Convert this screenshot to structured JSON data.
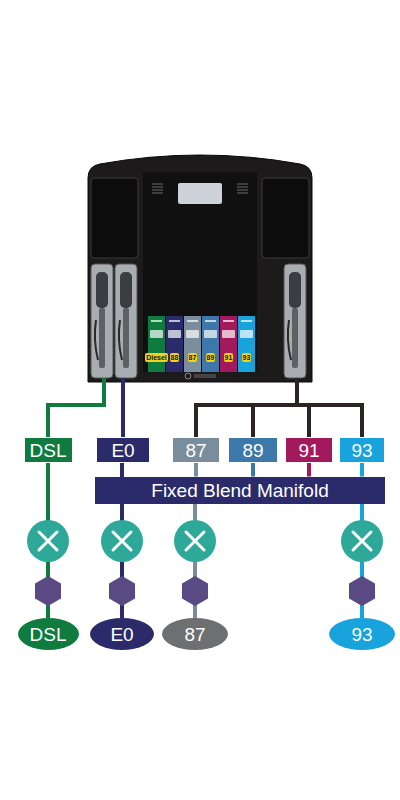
{
  "diagram": {
    "nodes": [
      {
        "text": [
          "DSL"
        ]
      },
      {
        "text": [
          "E0"
        ]
      },
      {
        "text": [
          "87"
        ]
      },
      {
        "text": [
          "89"
        ]
      },
      {
        "text": [
          "91"
        ]
      },
      {
        "text": [
          "93"
        ]
      },
      {
        "text": [
          "Fixed Blend Manifold"
        ]
      },
      {
        "text": [
          "DSL"
        ]
      },
      {
        "text": [
          "E0"
        ]
      },
      {
        "text": [
          "87"
        ]
      },
      {
        "text": [
          "93"
        ]
      }
    ],
    "edges": [
      {
        "from": 7,
        "to": 0,
        "arrow": "none"
      },
      {
        "from": 8,
        "to": 1,
        "arrow": "none"
      },
      {
        "from": 9,
        "to": 6,
        "arrow": "none"
      },
      {
        "from": 10,
        "to": 6,
        "arrow": "none"
      },
      {
        "from": 6,
        "to": 2,
        "arrow": "none"
      },
      {
        "from": 6,
        "to": 3,
        "arrow": "none"
      },
      {
        "from": 6,
        "to": 4,
        "arrow": "none"
      },
      {
        "from": 6,
        "to": 5,
        "arrow": "none"
      }
    ],
    "labels": [
      "Diesel",
      "88",
      "87",
      "89",
      "91",
      "93"
    ]
  }
}
